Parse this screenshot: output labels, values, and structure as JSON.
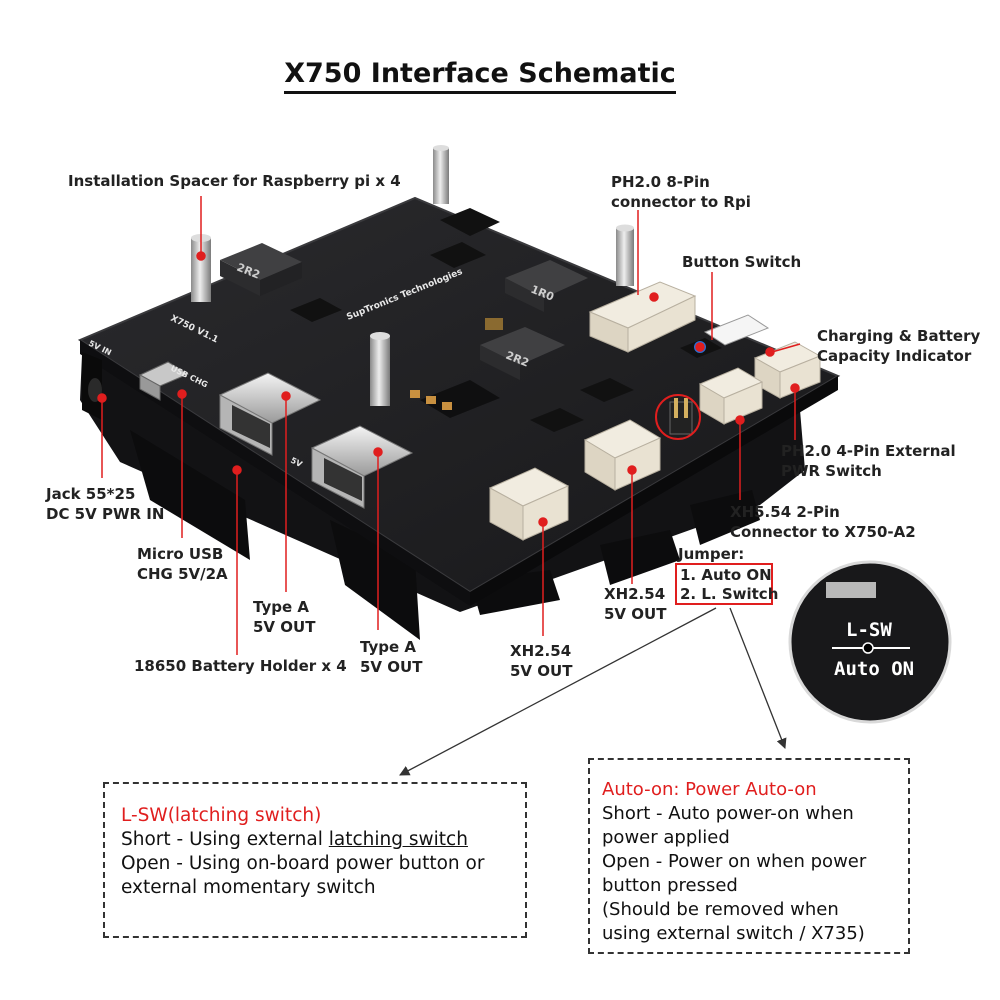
{
  "title": "X750 Interface Schematic",
  "labels": {
    "spacer": "Installation Spacer for Raspberry pi x 4",
    "ph8_line1": "PH2.0 8-Pin",
    "ph8_line2": "connector to Rpi",
    "button_switch": "Button Switch",
    "charging_line1": "Charging & Battery",
    "charging_line2": "Capacity Indicator",
    "ph4_line1": "PH2.0 4-Pin External",
    "ph4_line2": "PWR Switch",
    "xh554_line1": "XH5.54 2-Pin",
    "xh554_line2": "Connector to X750-A2",
    "jack_line1": "Jack 55*25",
    "jack_line2": "DC 5V PWR IN",
    "microusb_line1": "Micro USB",
    "microusb_line2": "CHG 5V/2A",
    "typea1_line1": "Type A",
    "typea1_line2": "5V OUT",
    "typea2_line1": "Type A",
    "typea2_line2": "5V OUT",
    "battery_holder": "18650 Battery Holder x 4",
    "xh254a_line1": "XH2.54",
    "xh254a_line2": "5V OUT",
    "xh254b_line1": "XH2.54",
    "xh254b_line2": "5V OUT"
  },
  "jumper": {
    "title": "Jumper:",
    "opt1": "1. Auto ON",
    "opt2": "2. L. Switch"
  },
  "zoom": {
    "top": "L-SW",
    "bottom": "Auto ON"
  },
  "board_text": {
    "maker": "SupTronics Technologies",
    "model": "X750 V1.1",
    "inductor1": "2R2",
    "inductor2": "1R0",
    "inductor3": "2R2",
    "dc_in": "5V IN",
    "usb_chg": "USB CHG",
    "out": "5V"
  },
  "note_left": {
    "heading": "L-SW(latching switch)",
    "line1_prefix": "Short - Using external ",
    "line1_underlined": "latching switch",
    "line2": "Open - Using on-board power button or",
    "line3": "external momentary switch"
  },
  "note_right": {
    "heading": "Auto-on: Power Auto-on",
    "line1": "Short - Auto power-on when",
    "line2": "power applied",
    "line3": "Open - Power on when power",
    "line4": "button pressed",
    "line5": "(Should be removed when",
    "line6": "using external switch / X735)"
  },
  "colors": {
    "accent_red": "#e01e1e",
    "pcb_black": "#1e1e20",
    "holder_black": "#121214",
    "connector_white": "#f1ece0",
    "metal": "#c9c9c9",
    "text": "#222222"
  }
}
